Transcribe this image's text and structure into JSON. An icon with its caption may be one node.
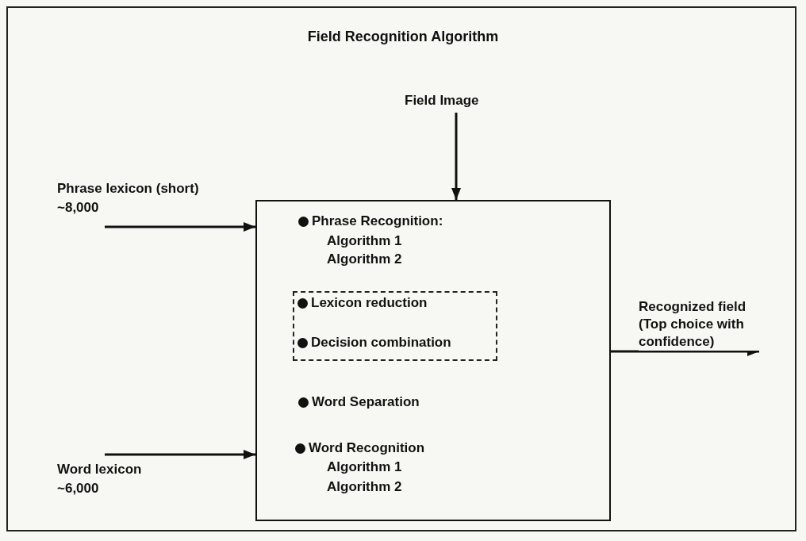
{
  "diagram": {
    "title": "Field Recognition Algorithm",
    "nodes": [
      {
        "text": [
          "Field Image"
        ]
      },
      {
        "text": [
          "Phrase lexicon (short)",
          "~8,000"
        ]
      },
      {
        "text": [
          "Word lexicon",
          "~6,000"
        ]
      },
      {
        "text": [
          "Phrase Recognition:",
          "Algorithm 1",
          "Algorithm 2",
          "Word Separation",
          "Word Recognition",
          "Algorithm 1",
          "Algorithm 2"
        ]
      },
      {
        "text": [
          "Lexicon reduction",
          "Decision combination"
        ],
        "in": 3
      }
    ],
    "edges": [
      {
        "from": 0,
        "to": 3,
        "arrow": "to"
      },
      {
        "from": 1,
        "to": 3,
        "arrow": "to"
      },
      {
        "from": 2,
        "to": 3,
        "arrow": "to"
      },
      {
        "from": 3,
        "to": null,
        "arrow": "to",
        "label": "Recognized field (Top choice with confidence)"
      }
    ]
  }
}
